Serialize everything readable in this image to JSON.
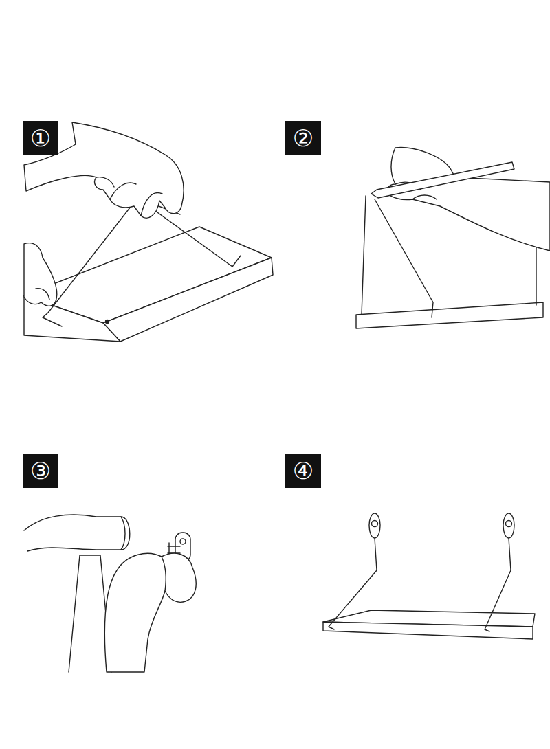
{
  "diagram": {
    "nodes": [
      {
        "text": [
          "①"
        ]
      },
      {
        "text": [
          "②"
        ]
      },
      {
        "text": [
          "③"
        ]
      },
      {
        "text": [
          "④"
        ]
      }
    ]
  }
}
